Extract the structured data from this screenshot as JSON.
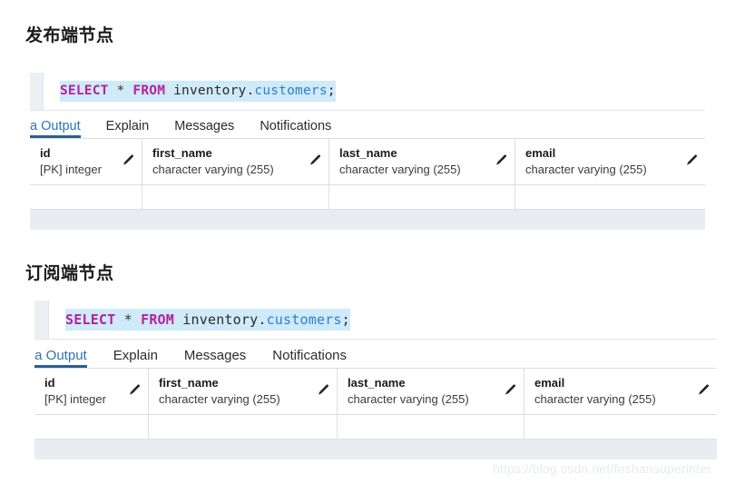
{
  "page": {
    "watermark": "https://blog.csdn.net/foshansuperinter"
  },
  "sections": [
    {
      "heading": "发布端节点",
      "sql": {
        "keyword1": "SELECT",
        "star": "*",
        "keyword2": "FROM",
        "schema": "inventory",
        "dot": ".",
        "table": "customers",
        "semicolon": ";",
        "full_text": "SELECT * FROM inventory.customers;"
      },
      "tabs": [
        {
          "label": "ta Output",
          "full_label": "Data Output",
          "active": true
        },
        {
          "label": "Explain",
          "full_label": "Explain",
          "active": false
        },
        {
          "label": "Messages",
          "full_label": "Messages",
          "active": false
        },
        {
          "label": "Notifications",
          "full_label": "Notifications",
          "active": false
        }
      ],
      "columns": [
        {
          "name": "id",
          "type": "[PK] integer",
          "edit_icon": "pencil-icon"
        },
        {
          "name": "first_name",
          "type": "character varying (255)",
          "edit_icon": "pencil-icon"
        },
        {
          "name": "last_name",
          "type": "character varying (255)",
          "edit_icon": "pencil-icon"
        },
        {
          "name": "email",
          "type": "character varying (255)",
          "edit_icon": "pencil-icon"
        }
      ],
      "row_count": 1
    },
    {
      "heading": "订阅端节点",
      "sql": {
        "keyword1": "SELECT",
        "star": "*",
        "keyword2": "FROM",
        "schema": "inventory",
        "dot": ".",
        "table": "customers",
        "semicolon": ";",
        "full_text": "SELECT * FROM inventory.customers;"
      },
      "tabs": [
        {
          "label": "ta Output",
          "full_label": "Data Output",
          "active": true
        },
        {
          "label": "Explain",
          "full_label": "Explain",
          "active": false
        },
        {
          "label": "Messages",
          "full_label": "Messages",
          "active": false
        },
        {
          "label": "Notifications",
          "full_label": "Notifications",
          "active": false
        }
      ],
      "columns": [
        {
          "name": "id",
          "type": "[PK] integer",
          "edit_icon": "pencil-icon"
        },
        {
          "name": "first_name",
          "type": "character varying (255)",
          "edit_icon": "pencil-icon"
        },
        {
          "name": "last_name",
          "type": "character varying (255)",
          "edit_icon": "pencil-icon"
        },
        {
          "name": "email",
          "type": "character varying (255)",
          "edit_icon": "pencil-icon"
        }
      ],
      "row_count": 1
    }
  ],
  "colors": {
    "accent": "#2c74b3",
    "tab_underline": "#2b5f93",
    "sql_keyword": "#b3229b",
    "sql_table": "#2a7fd4",
    "sql_highlight": "#cfeaf8",
    "gutter": "#eceff3",
    "grid_border": "#d9dee4",
    "footer": "#e9edf1"
  }
}
